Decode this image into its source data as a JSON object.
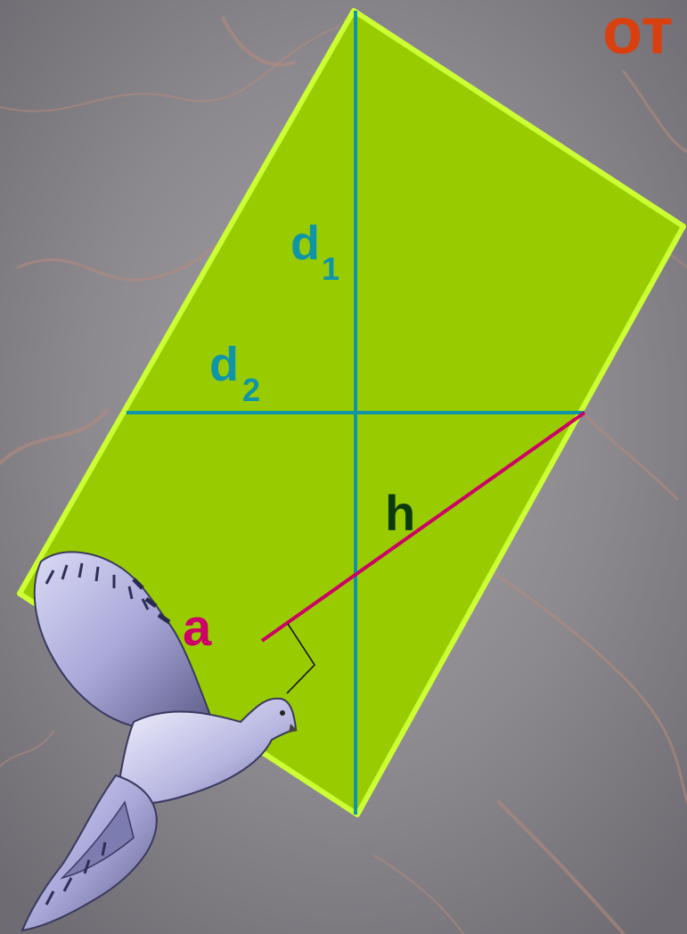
{
  "heading": {
    "text": "от",
    "color": "#d9400f"
  },
  "figure": {
    "fill_color": "#99cc00",
    "outline_color": "#ccff33",
    "diagonal_color": "#0f95a7",
    "height_color": "#cc0066",
    "height_label_color": "#0d3a0d",
    "right_angle_mark_color": "#111111",
    "labels": {
      "d1": {
        "base": "d",
        "sub": "1"
      },
      "d2": {
        "base": "d",
        "sub": "2"
      },
      "h": "h",
      "a": "a"
    }
  },
  "background": {
    "description_color_base": "#8f8d90",
    "vein_color": "#b98a7c"
  },
  "decoration": {
    "bird": "dove-image"
  }
}
